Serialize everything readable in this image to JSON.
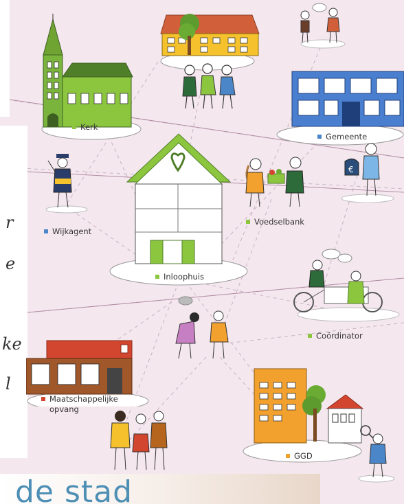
{
  "labels": {
    "kerk": "Kerk",
    "gemeente": "Gemeente",
    "wijkagent": "Wijkagent",
    "voedselbank": "Voedselbank",
    "inloophuis": "Inloophuis",
    "coordinator": "Coördinator",
    "maatschappelijke_opvang": "Maatschappelijke\nopvang",
    "ggd": "GGD"
  },
  "edge_text": {
    "line1": "r",
    "line2": "e",
    "line3": "ke",
    "line4": "l"
  },
  "banner": {
    "text": "de stad"
  },
  "colors": {
    "background": "#f4e7ee",
    "green_marker": "#8cc63f",
    "blue_marker": "#4a86c8",
    "red_marker": "#d2452e",
    "orange_marker": "#f2a12e",
    "banner_text": "#4d8fb5"
  }
}
